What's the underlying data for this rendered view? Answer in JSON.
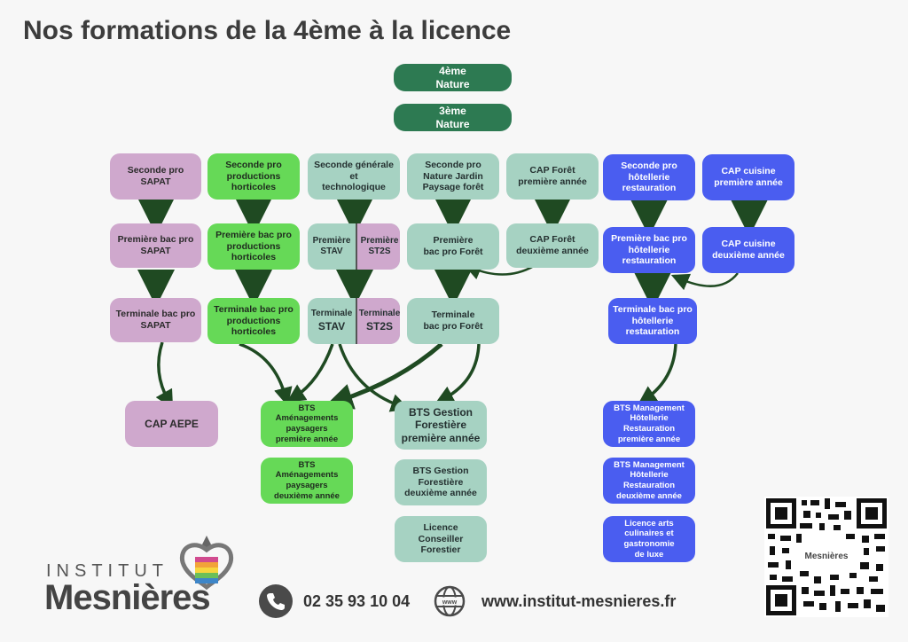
{
  "title": "Nos formations de la 4ème à la licence",
  "top": {
    "quatrieme": "4ème\nNature",
    "troisieme": "3ème\nNature"
  },
  "col1": {
    "seconde": "Seconde pro\nSAPAT",
    "premiere": "Première bac pro\nSAPAT",
    "terminale": "Terminale bac pro\nSAPAT",
    "cap": "CAP AEPE"
  },
  "col2": {
    "seconde": "Seconde pro\nproductions\nhorticoles",
    "premiere": "Première bac pro\nproductions\nhorticoles",
    "terminale": "Terminale  bac pro\nproductions\nhorticoles"
  },
  "col3": {
    "seconde": "Seconde générale\net\ntechnologique",
    "premiere_stav": "Première\nSTAV",
    "premiere_st2s": "Première\nST2S",
    "terminale_stav_top": "Terminale",
    "terminale_stav": "STAV",
    "terminale_st2s_top": "Terminale",
    "terminale_st2s": "ST2S"
  },
  "col4": {
    "seconde": "Seconde pro\nNature Jardin\nPaysage forêt",
    "premiere": "Première\nbac pro Forêt",
    "terminale": "Terminale\nbac pro Forêt"
  },
  "col5": {
    "cap1": "CAP Forêt\npremière année",
    "cap2": "CAP Forêt\ndeuxième année"
  },
  "col6": {
    "seconde": "Seconde pro\nhôtellerie\nrestauration",
    "premiere": "Première bac pro\nhôtellerie\nrestauration",
    "terminale": "Terminale  bac pro\nhôtellerie\nrestauration",
    "bts1": "BTS Management\nHôtellerie\nRestauration\npremière année",
    "bts2": "BTS Management\nHôtellerie\nRestauration\ndeuxième année",
    "licence": "Licence arts\nculinaires et\ngastronomie\nde luxe"
  },
  "col7": {
    "cap1": "CAP cuisine\npremière année",
    "cap2": "CAP cuisine\ndeuxième année"
  },
  "bts_amenagements": {
    "y1": "BTS\nAménagements\npaysagers\npremière année",
    "y2": "BTS\nAménagements\npaysagers\ndeuxième année"
  },
  "bts_gestion": {
    "y1": "BTS Gestion\nForestière\npremière année",
    "y2": "BTS Gestion\nForestière\ndeuxième année",
    "licence": "Licence\nConseiller Forestier"
  },
  "footer": {
    "institut": "INSTITUT",
    "brand": "Mesnières",
    "phone": "02 35 93 10 04",
    "globe_label": "www",
    "website": "www.institut-mesnieres.fr",
    "qr_label": "Mesnières"
  },
  "colors": {
    "mauve": "#cfa8cd",
    "green": "#66d957",
    "sage": "#a6d2c2",
    "blue": "#4a5df0",
    "dark_green": "#2d7a52",
    "arrow": "#1f4a22"
  }
}
